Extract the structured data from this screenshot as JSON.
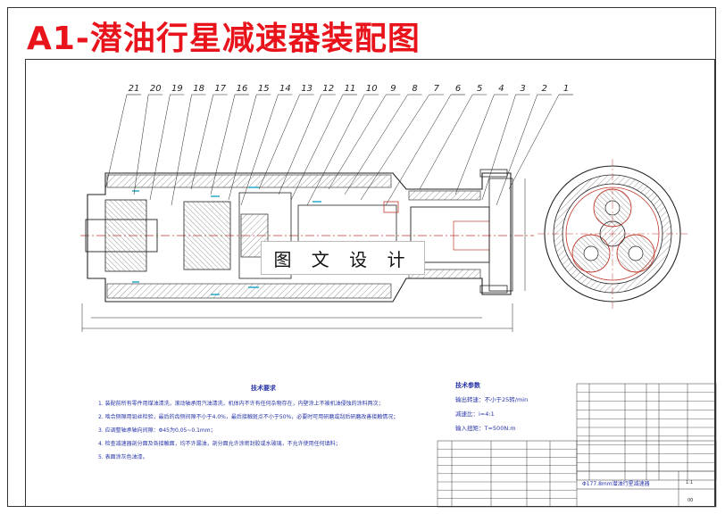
{
  "title": "A1-潜油行星减速器装配图",
  "watermark": "图 文 设 计",
  "part_numbers": [
    "21",
    "20",
    "19",
    "18",
    "17",
    "16",
    "15",
    "14",
    "13",
    "12",
    "11",
    "10",
    "9",
    "8",
    "7",
    "6",
    "5",
    "4",
    "3",
    "2",
    "1"
  ],
  "tech_requirements": {
    "heading": "技术要求",
    "items": [
      "1. 装配前所有零件用煤油清洗，滚动轴承用汽油清洗，机体内不许有任何杂物存在，内壁涂上不被机油侵蚀的涂料两次；",
      "2. 啮合侧隙用铅丝检验，最后的齿侧间隙不小于4.0%，最后接触斑点不小于50%，必要时可用研磨或刮后研磨改善接触情况；",
      "3. 应调整轴承轴向间隙：Φ45为0.05~0.1mm；",
      "4. 检查减速器剖分面及各接触面，均不许漏油，剖分面允许涂密封胶或水玻璃，不允许使用任何填料；",
      "5. 表面涂灰色油漆。"
    ]
  },
  "tech_specs": {
    "heading": "技术参数",
    "items": [
      "输出转速：不小于25转/min",
      "减速比：i=4:1",
      "输入扭矩：T=500N.m"
    ]
  },
  "title_block": {
    "drawing_name": "Φ177.8mm潜油行星减速器",
    "scale_label": "1:1",
    "sheet": "00"
  }
}
